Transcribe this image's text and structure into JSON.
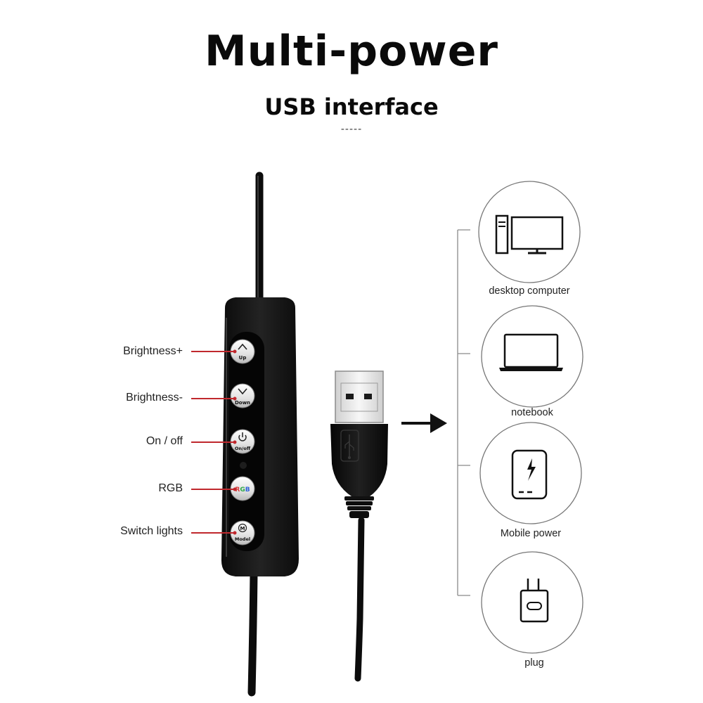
{
  "header": {
    "title": "Multi-power",
    "subtitle": "USB interface",
    "dashes": "-----"
  },
  "controller": {
    "buttons": [
      {
        "label": "Brightness+",
        "key_text": "Up",
        "icon": "chevron-up-icon"
      },
      {
        "label": "Brightness-",
        "key_text": "Down",
        "icon": "chevron-down-icon"
      },
      {
        "label": "On / off",
        "key_text": "On/off",
        "icon": "power-icon"
      },
      {
        "label": "RGB",
        "key_text": "RGB",
        "icon": "rgb-icon"
      },
      {
        "label": "Switch lights",
        "key_text": "Model",
        "icon": "mode-m-icon"
      }
    ],
    "callout_color": "#c0282d"
  },
  "devices": [
    {
      "label": "desktop computer",
      "icon": "desktop-computer-icon"
    },
    {
      "label": "notebook",
      "icon": "laptop-icon"
    },
    {
      "label": "Mobile power",
      "icon": "power-bank-icon"
    },
    {
      "label": "plug",
      "icon": "wall-plug-icon"
    }
  ]
}
